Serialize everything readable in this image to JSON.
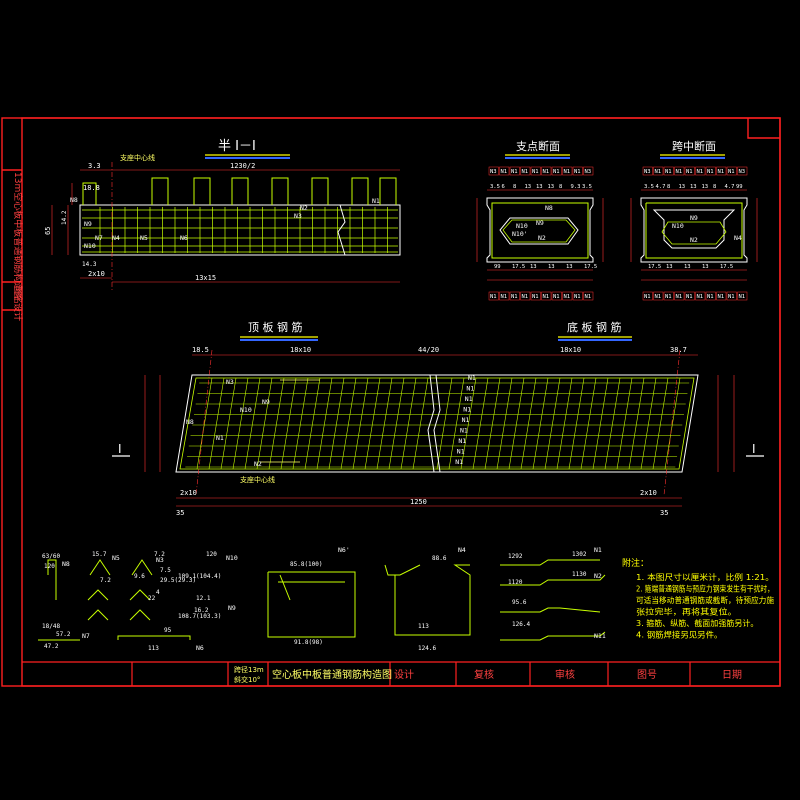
{
  "colors": {
    "background": "#000000",
    "frame": "#ff2020",
    "rebar": "#c8ff00",
    "rebar_alt": "#00ff40",
    "concrete": "#ffffff",
    "dimension": "#ff3030",
    "label": "#ffffff",
    "title_text": "#ffff66",
    "notes_text": "#ffff00",
    "section_bar": "#3366ff"
  },
  "side_tab": {
    "left_label": "图名",
    "right_label": "13m空心板中板普通钢筋构造图 设计"
  },
  "views": {
    "half_section_title": "半 I－I",
    "support_section_title": "支点断面",
    "midspan_section_title": "跨中断面",
    "top_slab_title": "顶 板 钢 筋",
    "bottom_slab_title": "底 板 钢 筋"
  },
  "half_section": {
    "support_axis_label": "支座中心线",
    "dims": [
      "3.3",
      "1230/2",
      "18.8",
      "14.2",
      "14.3",
      "2x10",
      "13x15",
      "65"
    ],
    "bars": [
      "N8",
      "N1",
      "N2",
      "N3",
      "N4",
      "N5",
      "N6",
      "N7",
      "N9",
      "N10"
    ]
  },
  "support_section": {
    "top_bar_labels": [
      "N3",
      "N1",
      "N1",
      "N1",
      "N1",
      "N1",
      "N1",
      "N1",
      "N1",
      "N3"
    ],
    "bottom_bar_labels": [
      "N1",
      "N1",
      "N1",
      "N1",
      "N1",
      "N1",
      "N1",
      "N1",
      "N1",
      "N1"
    ],
    "inner_labels": [
      "N10",
      "N10'",
      "N9",
      "N2",
      "N8"
    ],
    "dims": [
      "3.5",
      "6",
      "8",
      "13",
      "13",
      "13",
      "8",
      "9.3",
      "3.5",
      "99",
      "17.5",
      "13",
      "13",
      "13",
      "17.5"
    ]
  },
  "midspan_section": {
    "top_bar_labels": [
      "N3",
      "N1",
      "N1",
      "N1",
      "N1",
      "N1",
      "N1",
      "N1",
      "N1",
      "N3"
    ],
    "bottom_bar_labels": [
      "N1",
      "N1",
      "N1",
      "N1",
      "N1",
      "N1",
      "N1",
      "N1",
      "N1",
      "N1"
    ],
    "inner_labels": [
      "N10",
      "N9",
      "N2",
      "N4"
    ],
    "dims": [
      "3.5",
      "4.7",
      "8",
      "13",
      "13",
      "13",
      "8",
      "4.7",
      "99",
      "17.5",
      "13",
      "13",
      "13",
      "17.5"
    ]
  },
  "plan": {
    "dims_top": [
      "18.5",
      "18x10",
      "44/20",
      "18x10",
      "38.7"
    ],
    "dims_bottom": [
      "2x10",
      "1250",
      "2x10",
      "35",
      "35"
    ],
    "support_axis_label": "支座中心线",
    "section_marker": "I",
    "bars_left": [
      "N3",
      "N10",
      "N9",
      "N2",
      "N1",
      "N8"
    ],
    "bars_right": [
      "N1",
      "N1",
      "N1",
      "N1",
      "N1",
      "N1",
      "N1",
      "N1",
      "N1"
    ]
  },
  "bar_shapes": {
    "n8": {
      "label": "N8",
      "dims": [
        "120",
        "63/60"
      ]
    },
    "n7": {
      "label": "N7",
      "dims": [
        "57.2",
        "47.2",
        "18/48"
      ]
    },
    "n5": {
      "label": "N5",
      "dims": [
        "15.7",
        "7.2",
        "29.5(29.3)"
      ]
    },
    "n3": {
      "label": "N3",
      "dims": [
        "9.6",
        "7.2",
        "22",
        "4"
      ]
    },
    "n10": {
      "label": "N10",
      "dims": [
        "120",
        "7.5",
        "109.1(104.4)"
      ]
    },
    "n9": {
      "label": "N9",
      "dims": [
        "12.1",
        "16.2",
        "108.7(103.3)"
      ]
    },
    "n6": {
      "label": "N6",
      "dims": [
        "95",
        "113"
      ]
    },
    "n6b": {
      "label": "N6'",
      "dims": [
        "85.8(100)",
        "91.8(98)"
      ]
    },
    "n4": {
      "label": "N4",
      "dims": [
        "88.6",
        "113",
        "124.6"
      ]
    },
    "n1": {
      "label": "N1",
      "dims": [
        "1292",
        "1302"
      ]
    },
    "n2": {
      "label": "N2",
      "dims": [
        "1120",
        "1130"
      ]
    },
    "n11": {
      "label": "N11",
      "dims": [
        "95.6",
        "126.4"
      ]
    }
  },
  "notes": {
    "heading": "附注：",
    "items": [
      "1. 本图尺寸以厘米计，比例 1:21。",
      "2. 箍端普通钢筋与预应力钢束发生有干扰时，",
      "   可适当移动普通钢筋或截断，待预应力施",
      "   张拉完毕，再将其复位。",
      "3. 箍筋、纵筋、截面加强筋另计。",
      "4. 钢筋焊接另见另件。"
    ]
  },
  "title_block": {
    "spec_line1": "跨径13m",
    "spec_line2": "斜交10°",
    "drawing_title": "空心板中板普通钢筋构造图",
    "design_label": "设计",
    "review_label": "复核",
    "approve_label": "审核",
    "drawing_no_label": "图号",
    "date_label": "日期"
  }
}
